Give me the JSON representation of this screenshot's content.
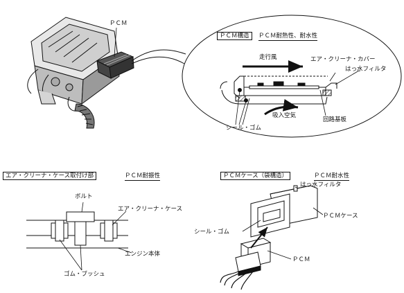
{
  "engine_section": {
    "pcm_label": "ＰＣＭ"
  },
  "pcm_structure": {
    "title": "ＰＣＭ構造",
    "heading": "ＰＣＭ耐熱性、耐水性",
    "airflow": "走行風",
    "air_cleaner_cover": "エア・クリーナ・カバー",
    "water_filter": "はっ水フィルタ",
    "seal_rubber": "シール・ゴム",
    "intake_air": "吸入空気",
    "circuit_board": "回路基板"
  },
  "mount_section": {
    "title": "エア・クリーナ・ケース取付け部",
    "heading": "ＰＣＭ耐振性",
    "bolt": "ボルト",
    "air_cleaner_case": "エア・クリーナ・ケース",
    "engine_body": "エンジン本体",
    "rubber_bush": "ゴム・ブッシュ"
  },
  "case_section": {
    "title": "ＰＣＭケース（袋構造）",
    "heading": "ＰＣＭ耐水性",
    "water_filter": "はっ水フィルタ",
    "pcm_case": "ＰＣＭケース",
    "seal_rubber": "シール・ゴム",
    "pcm": "ＰＣＭ"
  }
}
